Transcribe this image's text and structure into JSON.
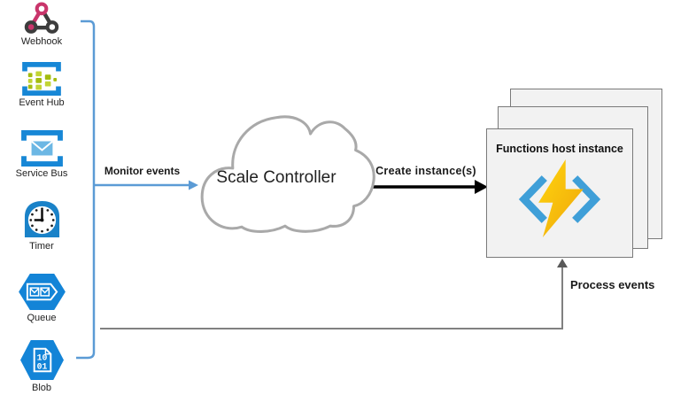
{
  "diagram": {
    "event_sources": {
      "items": [
        {
          "label": "Webhook",
          "icon": "webhook-icon"
        },
        {
          "label": "Event Hub",
          "icon": "event-hub-icon"
        },
        {
          "label": "Service Bus",
          "icon": "service-bus-icon"
        },
        {
          "label": "Timer",
          "icon": "timer-icon"
        },
        {
          "label": "Queue",
          "icon": "queue-icon"
        },
        {
          "label": "Blob",
          "icon": "blob-icon"
        }
      ]
    },
    "edges": {
      "monitor": {
        "label": "Monitor events"
      },
      "create": {
        "label": "Create instance(s)"
      },
      "process": {
        "label": "Process events"
      }
    },
    "scale_controller": {
      "label": "Scale Controller"
    },
    "functions_host": {
      "label": "Functions host instance",
      "stack_count": 3,
      "icon": "azure-functions-bolt-icon"
    }
  },
  "colors": {
    "bracket_blue": "#5b9bd5",
    "azure_blue": "#1384d7",
    "icon_bracket_blue": "#1787d6",
    "webhook_pink": "#c9356b",
    "webhook_dark": "#3d3d3d",
    "event_hub_green": "#a4bc0f",
    "event_hub_green_light": "#c2d435",
    "envelope_light_blue": "#6cb7e4",
    "cloud_stroke": "#a9a9a9",
    "box_fill": "#f2f2f2",
    "box_border": "#7a7a7a",
    "create_arrow": "#000000",
    "process_gray": "#808080",
    "bolt_yellow": "#ffd60e",
    "bolt_orange": "#efa50b",
    "bolt_bracket_blue": "#3f9fd8"
  }
}
